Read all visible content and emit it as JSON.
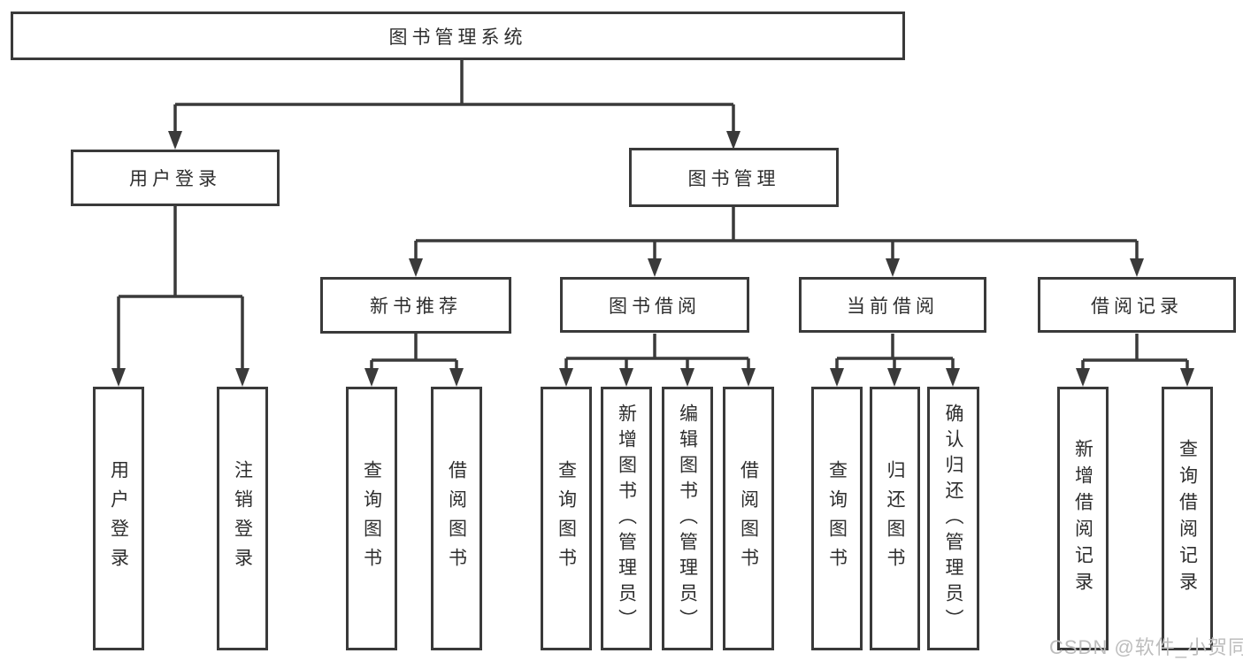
{
  "root": {
    "label": "图书管理系统"
  },
  "level1": [
    {
      "label": "用户登录"
    },
    {
      "label": "图书管理"
    }
  ],
  "level2": [
    {
      "label": "新书推荐",
      "parent": "图书管理"
    },
    {
      "label": "图书借阅",
      "parent": "图书管理"
    },
    {
      "label": "当前借阅",
      "parent": "图书管理"
    },
    {
      "label": "借阅记录",
      "parent": "图书管理"
    }
  ],
  "leaves": [
    {
      "label": "用户登录",
      "parent": "用户登录"
    },
    {
      "label": "注销登录",
      "parent": "用户登录"
    },
    {
      "label": "查询图书",
      "parent": "新书推荐"
    },
    {
      "label": "借阅图书",
      "parent": "新书推荐"
    },
    {
      "label": "查询图书",
      "parent": "图书借阅"
    },
    {
      "label": "新增图书（管理员）",
      "parent": "图书借阅"
    },
    {
      "label": "编辑图书（管理员）",
      "parent": "图书借阅"
    },
    {
      "label": "借阅图书",
      "parent": "图书借阅"
    },
    {
      "label": "查询图书",
      "parent": "当前借阅"
    },
    {
      "label": "归还图书",
      "parent": "当前借阅"
    },
    {
      "label": "确认归还（管理员）",
      "parent": "当前借阅"
    },
    {
      "label": "新增借阅记录",
      "parent": "借阅记录"
    },
    {
      "label": "查询借阅记录",
      "parent": "借阅记录"
    }
  ],
  "watermark": {
    "text": "CSDN @软件_小贺同学"
  },
  "colors": {
    "line": "#3a3a3a",
    "text": "#2e2e2e",
    "watermark": "#bdbdbd",
    "background": "#ffffff"
  }
}
